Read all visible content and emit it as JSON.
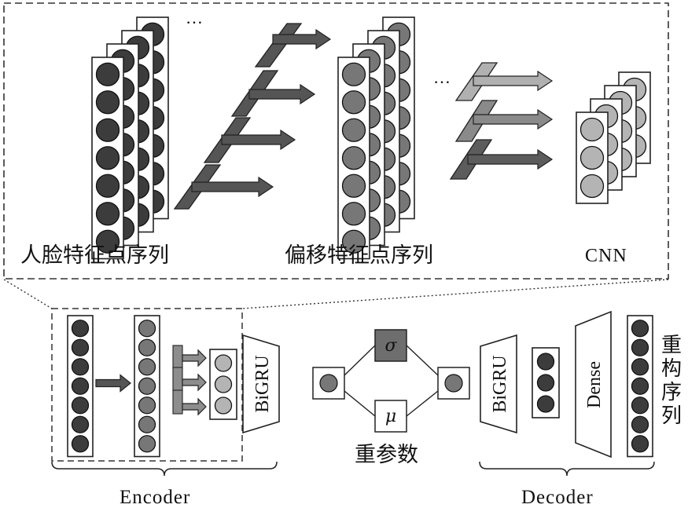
{
  "top_panel": {
    "label_input": "人脸特征点序列",
    "label_offset": "偏移特征点序列",
    "label_cnn": "CNN",
    "ellipsis_1": "…",
    "ellipsis_2": "…"
  },
  "bottom": {
    "encoder_label": "Encoder",
    "decoder_label": "Decoder",
    "bigru_label": "BiGRU",
    "dense_label": "Dense",
    "sigma_symbol": "σ",
    "mu_symbol": "μ",
    "reparam_label": "重参数",
    "reconstruct_label": "重构序列"
  },
  "colors": {
    "node_dark": "#3c3c3c",
    "node_mid": "#777777",
    "node_light": "#b4b4b4",
    "arrow_dark": "#555555",
    "arrow_light": "#a8a8a8",
    "sigma_fill": "#6e6e6e"
  }
}
